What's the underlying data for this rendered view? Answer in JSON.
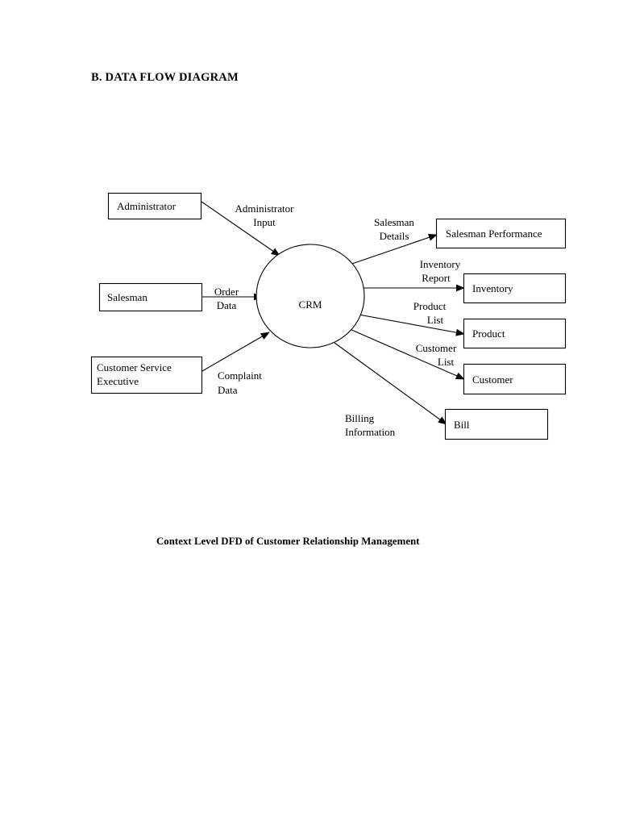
{
  "document": {
    "section_title": "B. DATA FLOW DIAGRAM",
    "caption": "Context Level DFD of Customer Relationship Management"
  },
  "diagram": {
    "type": "context-level-data-flow-diagram",
    "process": {
      "label": "CRM",
      "shape": "circle"
    },
    "external_entities": [
      {
        "id": "administrator",
        "label": "Administrator",
        "shape": "rectangle"
      },
      {
        "id": "salesman",
        "label": "Salesman",
        "shape": "rectangle"
      },
      {
        "id": "customer-service-executive",
        "label_line1": "Customer Service",
        "label_line2": "Executive",
        "shape": "rectangle"
      }
    ],
    "data_stores": [
      {
        "id": "salesman-performance",
        "label": "Salesman Performance",
        "shape": "rectangle"
      },
      {
        "id": "inventory",
        "label": "Inventory",
        "shape": "rectangle"
      },
      {
        "id": "product",
        "label": "Product",
        "shape": "rectangle"
      },
      {
        "id": "customer",
        "label": "Customer",
        "shape": "rectangle"
      },
      {
        "id": "bill",
        "label": "Bill",
        "shape": "rectangle"
      }
    ],
    "flows": [
      {
        "id": "administrator-input",
        "from": "administrator",
        "to": "crm",
        "label_line1": "Administrator",
        "label_line2": "Input"
      },
      {
        "id": "order-data",
        "from": "salesman",
        "to": "crm",
        "label_line1": "Order",
        "label_line2": "Data"
      },
      {
        "id": "complaint-data",
        "from": "customer-service-executive",
        "to": "crm",
        "label_line1": "Complaint",
        "label_line2": "Data"
      },
      {
        "id": "salesman-details",
        "from": "crm",
        "to": "salesman-performance",
        "label_line1": "Salesman",
        "label_line2": "Details"
      },
      {
        "id": "inventory-report",
        "from": "crm",
        "to": "inventory",
        "label_line1": "Inventory",
        "label_line2": "Report"
      },
      {
        "id": "product-list",
        "from": "crm",
        "to": "product",
        "label_line1": "Product",
        "label_line2": "List"
      },
      {
        "id": "customer-list",
        "from": "crm",
        "to": "customer",
        "label_line1": "Customer",
        "label_line2": "List"
      },
      {
        "id": "billing-information",
        "from": "crm",
        "to": "bill",
        "label_line1": "Billing",
        "label_line2": "Information"
      }
    ],
    "colors": {
      "stroke": "#000000",
      "fill": "#ffffff",
      "text": "#000000",
      "background": "#ffffff"
    }
  }
}
